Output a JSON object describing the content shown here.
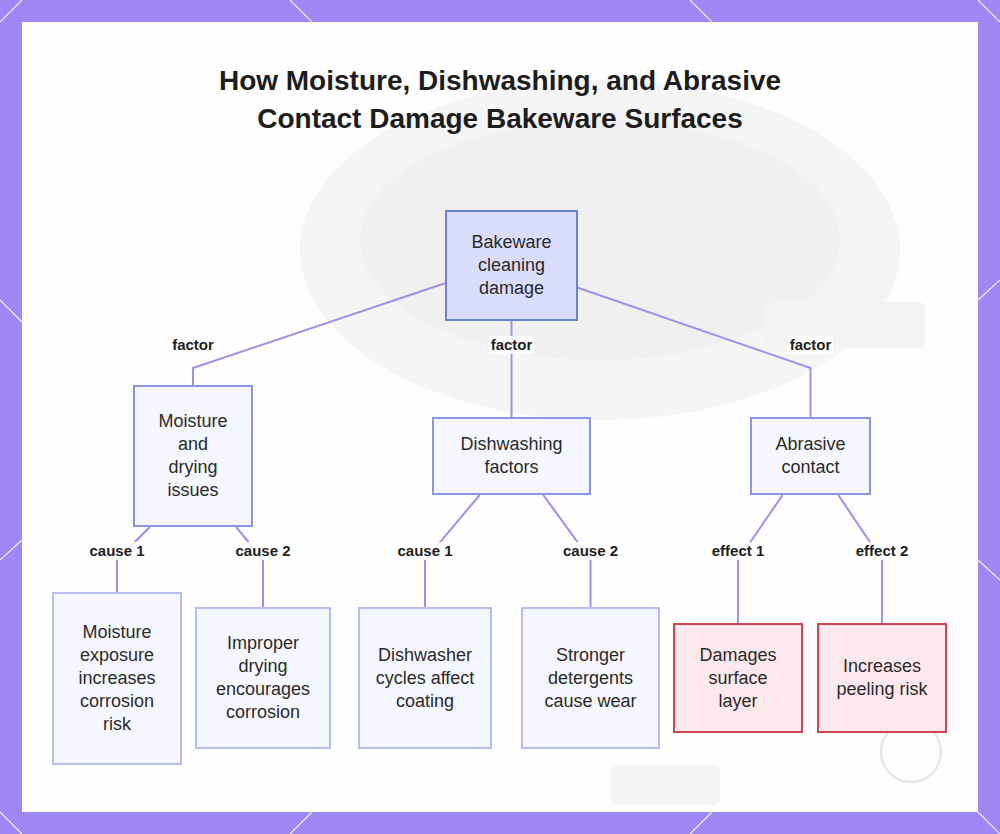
{
  "diagram": {
    "title": "How Moisture, Dishwashing, and Abrasive Contact Damage Bakeware Surfaces",
    "nodes": [
      {
        "text": [
          "Bakeware cleaning damage"
        ]
      },
      {
        "text": [
          "Moisture and drying issues"
        ]
      },
      {
        "text": [
          "Dishwashing factors"
        ]
      },
      {
        "text": [
          "Abrasive contact"
        ]
      },
      {
        "text": [
          "Moisture exposure increases corrosion risk"
        ]
      },
      {
        "text": [
          "Improper drying encourages corrosion"
        ]
      },
      {
        "text": [
          "Dishwasher cycles affect coating"
        ]
      },
      {
        "text": [
          "Stronger detergents cause wear"
        ]
      },
      {
        "text": [
          "Damages surface layer"
        ]
      },
      {
        "text": [
          "Increases peeling risk"
        ]
      }
    ],
    "edges": [
      {
        "from": 0,
        "to": 1,
        "arrow": "none",
        "label": "factor"
      },
      {
        "from": 0,
        "to": 2,
        "arrow": "none",
        "label": "factor"
      },
      {
        "from": 0,
        "to": 3,
        "arrow": "none",
        "label": "factor"
      },
      {
        "from": 1,
        "to": 4,
        "arrow": "none",
        "label": "cause 1"
      },
      {
        "from": 1,
        "to": 5,
        "arrow": "none",
        "label": "cause 2"
      },
      {
        "from": 2,
        "to": 6,
        "arrow": "none",
        "label": "cause 1"
      },
      {
        "from": 2,
        "to": 7,
        "arrow": "none",
        "label": "cause 2"
      },
      {
        "from": 3,
        "to": 8,
        "arrow": "none",
        "label": "effect 1"
      },
      {
        "from": 3,
        "to": 9,
        "arrow": "none",
        "label": "effect 2"
      }
    ]
  }
}
